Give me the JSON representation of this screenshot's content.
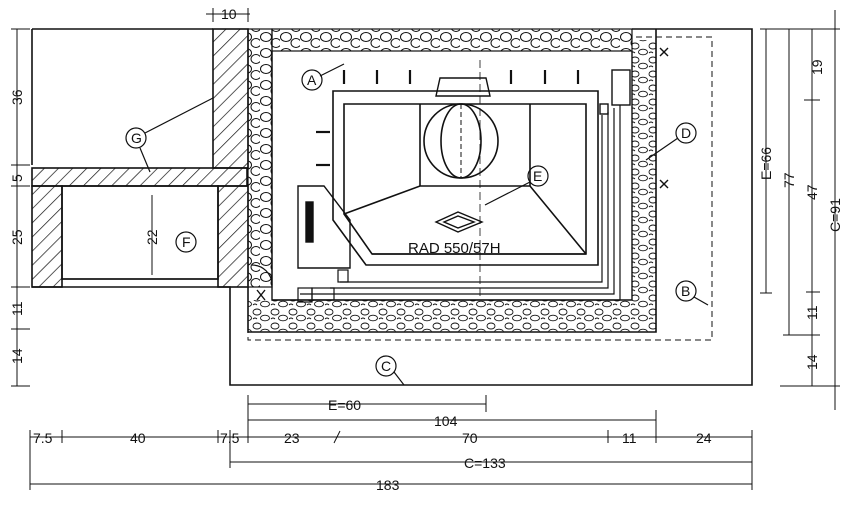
{
  "model_label": "RAD 550/57H",
  "callouts": {
    "A": "A",
    "B": "B",
    "C": "C",
    "D": "D",
    "E": "E",
    "F": "F",
    "G": "G"
  },
  "dimensions": {
    "top_width": "10",
    "left_36": "36",
    "left_5": "5",
    "left_25": "25",
    "left_11": "11",
    "left_14": "14",
    "inner_22": "22",
    "right_19": "19",
    "right_E66": "E=66",
    "right_77": "77",
    "right_47": "47",
    "right_C91": "C=91",
    "right_11": "11",
    "right_14": "14",
    "bottom_E60": "E=60",
    "bottom_104": "104",
    "bottom_7_5a": "7.5",
    "bottom_40": "40",
    "bottom_7_5b": "7.5",
    "bottom_23": "23",
    "bottom_70": "70",
    "bottom_11": "11",
    "bottom_24": "24",
    "bottom_C133": "C=133",
    "bottom_183": "183"
  },
  "colors": {
    "ink": "#111111",
    "paper": "#ffffff"
  }
}
